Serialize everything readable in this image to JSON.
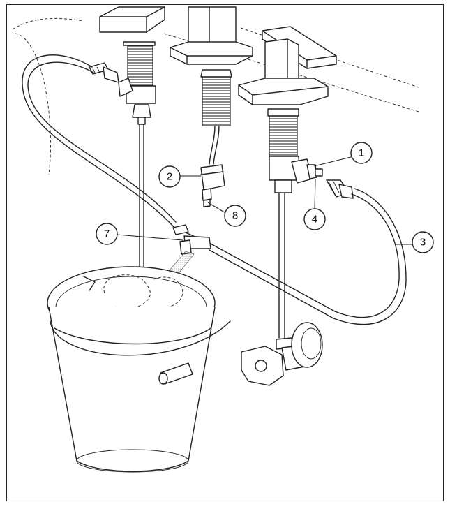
{
  "callouts": [
    {
      "id": "1",
      "label": "1"
    },
    {
      "id": "2",
      "label": "2"
    },
    {
      "id": "3",
      "label": "3"
    },
    {
      "id": "4",
      "label": "4"
    },
    {
      "id": "7",
      "label": "7"
    },
    {
      "id": "8",
      "label": "8"
    }
  ]
}
